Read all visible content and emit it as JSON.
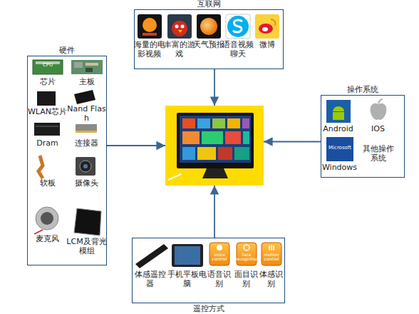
{
  "diagram": {
    "nodes": [
      {
        "text": [
          "互联网"
        ]
      },
      {
        "text": [
          "海量的电影视频"
        ],
        "in": 0
      },
      {
        "text": [
          "丰富的游戏"
        ],
        "in": 0
      },
      {
        "text": [
          "天气预报"
        ],
        "in": 0
      },
      {
        "text": [
          "语音视频聊天"
        ],
        "in": 0
      },
      {
        "text": [
          "微博"
        ],
        "in": 0
      },
      {
        "text": [
          "硬件"
        ]
      },
      {
        "text": [
          "芯片"
        ],
        "in": 6
      },
      {
        "text": [
          "主板"
        ],
        "in": 6
      },
      {
        "text": [
          "WLAN芯片"
        ],
        "in": 6
      },
      {
        "text": [
          "Nand Flash"
        ],
        "in": 6
      },
      {
        "text": [
          "Dram"
        ],
        "in": 6
      },
      {
        "text": [
          "连接器"
        ],
        "in": 6
      },
      {
        "text": [
          "软板"
        ],
        "in": 6
      },
      {
        "text": [
          "摄像头"
        ],
        "in": 6
      },
      {
        "text": [
          "麦克风"
        ],
        "in": 6
      },
      {
        "text": [
          "LCM及背光模组"
        ],
        "in": 6
      },
      {
        "text": []
      },
      {
        "text": [
          "操作系统"
        ]
      },
      {
        "text": [
          "Android"
        ],
        "in": 18
      },
      {
        "text": [
          "IOS"
        ],
        "in": 18
      },
      {
        "text": [
          "Windows"
        ],
        "in": 18
      },
      {
        "text": [
          "其他操作系统"
        ],
        "in": 18
      },
      {
        "text": [
          "遥控方式"
        ]
      },
      {
        "text": [
          "体感遥控器"
        ],
        "in": 23
      },
      {
        "text": [
          "手机平板电脑"
        ],
        "in": 23
      },
      {
        "text": [
          "语音识别"
        ],
        "in": 23
      },
      {
        "text": [
          "面目识别"
        ],
        "in": 23
      },
      {
        "text": [
          "体感识别"
        ],
        "in": 23
      }
    ],
    "edges": [
      {
        "from": 0,
        "to": 17,
        "arrow": "to"
      },
      {
        "from": 6,
        "to": 17,
        "arrow": "to"
      },
      {
        "from": 18,
        "to": 17,
        "arrow": "to"
      },
      {
        "from": 23,
        "to": 17,
        "arrow": "to"
      }
    ],
    "labels": [
      "CPU",
      "Microsoft",
      "voice control",
      "face recognition",
      "motion control"
    ]
  }
}
